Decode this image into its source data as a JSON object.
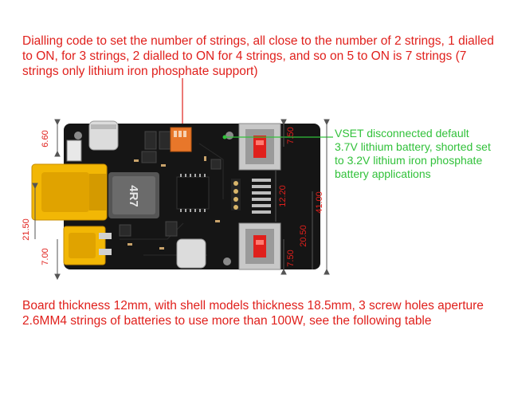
{
  "top_note": "Dialling code to set the number of strings, all close to the number of 2 strings, 1 dialled to ON, for 3 strings, 2 dialled to ON for 4 strings, and so on 5 to ON is 7 strings (7 strings only lithium iron phosphate support)",
  "vset_note": "VSET disconnected default 3.7V lithium battery, shorted set to 3.2V lithium iron phosphate battery applications",
  "bottom_note": "Board thickness 12mm, with shell models thickness 18.5mm, 3 screw holes aperture 2.6MM4 strings of batteries to use more than 100W, see the following table",
  "dimensions": {
    "left_top": "6.60",
    "left_mid": "21.50",
    "left_bottom": "7.00",
    "right_top": "7.50",
    "right_mid": "12.20",
    "right_lower": "20.50",
    "right_bottom": "7.50",
    "right_total": "41.00"
  },
  "inductor_label": "4R7",
  "colors": {
    "annotation_red": "#e0201c",
    "annotation_green": "#31c13a",
    "pcb": "#151515",
    "connector_yellow": "#f2b705"
  }
}
